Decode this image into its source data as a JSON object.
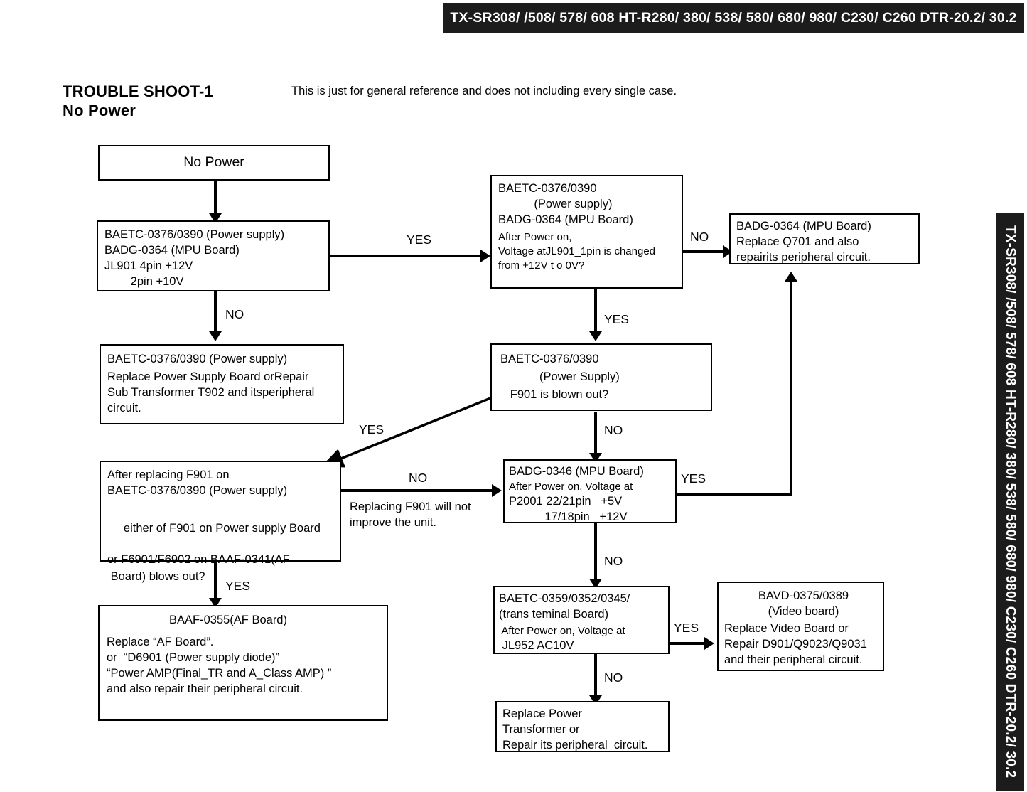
{
  "header": {
    "models": "TX-SR308/ /508/ 578/ 608  HT-R280/ 380/ 538/ 580/ 680/ 980/ C230/ C260  DTR-20.2/ 30.2"
  },
  "sidebar": {
    "models": "TX-SR308/ /508/ 578/ 608  HT-R280/ 380/ 538/ 580/ 680/ 980/ C230/ C260  DTR-20.2/ 30.2"
  },
  "page": {
    "title_line1": "TROUBLE SHOOT-1",
    "title_line2": "No Power",
    "subtitle": "This is just for general reference and does not including every single case."
  },
  "flow": {
    "start": {
      "label": "No Power"
    },
    "check_jl901": {
      "l1": "BAETC-0376/0390 (Power supply)",
      "l2": "BADG-0364 (MPU Board)",
      "l3": "JL901 4pin +12V",
      "l4": "        2pin +10V"
    },
    "check_jl901_1pin": {
      "l1": "BAETC-0376/0390",
      "l2": "           (Power supply)",
      "l3": "BADG-0364 (MPU Board)",
      "l4": "After Power on,",
      "l5": "Voltage atJL901_1pin is changed",
      "l6": "from +12V t o 0V?"
    },
    "replace_q701": {
      "l1": "BADG-0364 (MPU Board)",
      "l2": "Replace Q701 and also",
      "l3": "repairits peripheral circuit."
    },
    "replace_psu": {
      "l1": "BAETC-0376/0390 (Power supply)",
      "l2": "Replace Power Supply Board orRepair",
      "l3": "Sub Transformer T902 and itsperipheral",
      "l4": "circuit."
    },
    "f901_blown": {
      "l1": "BAETC-0376/0390",
      "l2": "            (Power Supply)",
      "l3": "   F901 is blown out?"
    },
    "after_replacing_f901": {
      "l1": "After replacing F901 on",
      "l2": "BAETC-0376/0390 (Power supply)",
      "l3": " either of F901 on ",
      "l3b": "Power supply Board",
      "l4": "or F6901/F6902 on BAAF-0341(AF",
      "l5": " Board) blows out?"
    },
    "check_p2001": {
      "l1": "BADG-0346 (MPU Board)",
      "l2": "After Power on, Voltage at",
      "l3": "P2001 22/21pin   +5V",
      "l4": "           17/18pin   +12V"
    },
    "replace_af_board": {
      "l1": "BAAF-0355(AF Board)",
      "l2": "Replace “AF Board”.",
      "l3": "or  “D6901 (Power supply diode)”",
      "l4": "“Power AMP(Final_TR and A_Class AMP) ”",
      "l5": "and also repair their peripheral circuit."
    },
    "check_jl952": {
      "l1": "BAETC-0359/0352/0345/",
      "l2": "(trans teminal Board)",
      "l3": " After Power on, Voltage at",
      "l4": " JL952 AC10V"
    },
    "replace_video": {
      "l1": "BAVD-0375/0389",
      "l2": "(Video board)",
      "l3": "Replace Video Board or",
      "l4": "Repair D901/Q9023/Q9031",
      "l5": "and their peripheral circuit."
    },
    "replace_transformer": {
      "l1": "Replace Power",
      "l2": "Transformer or",
      "l3": "Repair its peripheral  circuit."
    }
  },
  "labels": {
    "yes_1": "YES",
    "no_1": "NO",
    "no_2": "NO",
    "yes_2": "YES",
    "yes_3": "YES",
    "no_3": "NO",
    "no_4": "NO",
    "yes_4": "YES",
    "yes_5": "YES",
    "no_5": "NO",
    "yes_6": "YES",
    "no_6": "NO",
    "replacing_note_l1": "Replacing F901 will not",
    "replacing_note_l2": "improve the unit."
  }
}
